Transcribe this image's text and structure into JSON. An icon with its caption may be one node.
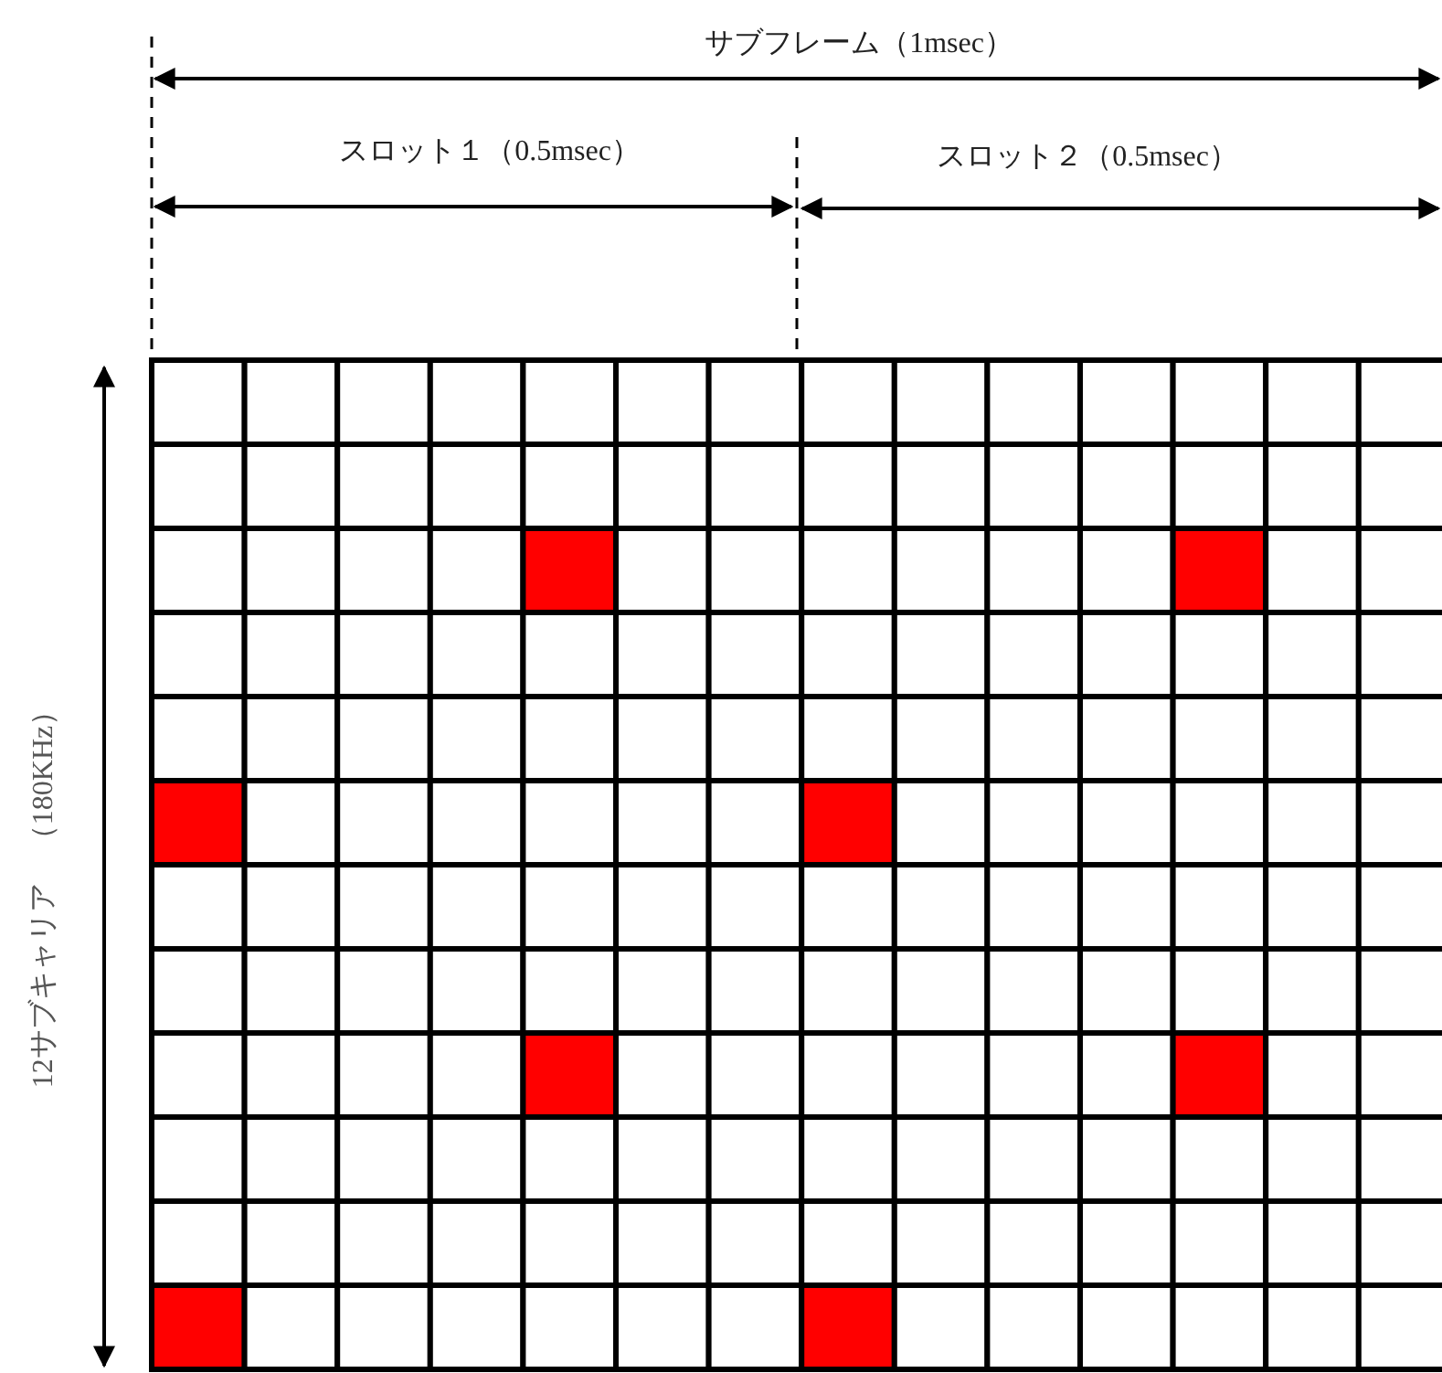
{
  "diagram": {
    "labels": [
      "サブフレーム（1msec）",
      "スロット１（0.5msec）",
      "スロット２（0.5msec）",
      "12サブキャリア　（180KHz）"
    ]
  }
}
